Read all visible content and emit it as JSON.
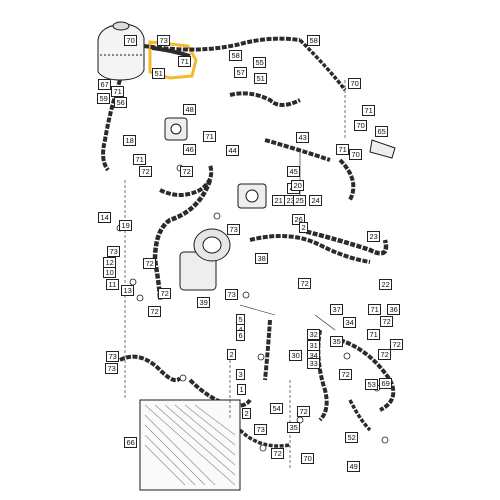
{
  "diagram": {
    "highlight_color": "#f5b82e",
    "line_color": "#1a1a1a",
    "hose_color": "#2b2b2b",
    "labels": [
      {
        "id": "70a",
        "text": "70"
      },
      {
        "id": "73a",
        "text": "73"
      },
      {
        "id": "71a",
        "text": "71"
      },
      {
        "id": "51a",
        "text": "51"
      },
      {
        "id": "58a",
        "text": "58"
      },
      {
        "id": "58b",
        "text": "58"
      },
      {
        "id": "57",
        "text": "57"
      },
      {
        "id": "55",
        "text": "55"
      },
      {
        "id": "51b",
        "text": "51"
      },
      {
        "id": "67",
        "text": "67"
      },
      {
        "id": "59",
        "text": "59"
      },
      {
        "id": "71b",
        "text": "71"
      },
      {
        "id": "56",
        "text": "56"
      },
      {
        "id": "48",
        "text": "48"
      },
      {
        "id": "70b",
        "text": "70"
      },
      {
        "id": "71c",
        "text": "71"
      },
      {
        "id": "70c",
        "text": "70"
      },
      {
        "id": "65",
        "text": "65"
      },
      {
        "id": "18",
        "text": "18"
      },
      {
        "id": "46",
        "text": "46"
      },
      {
        "id": "71d",
        "text": "71"
      },
      {
        "id": "44",
        "text": "44"
      },
      {
        "id": "43",
        "text": "43"
      },
      {
        "id": "71e",
        "text": "71"
      },
      {
        "id": "70d",
        "text": "70"
      },
      {
        "id": "72a",
        "text": "72"
      },
      {
        "id": "71f",
        "text": "71"
      },
      {
        "id": "72b",
        "text": "72"
      },
      {
        "id": "45",
        "text": "45"
      },
      {
        "id": "49a",
        "text": "49"
      },
      {
        "id": "20",
        "text": "20"
      },
      {
        "id": "21",
        "text": "21"
      },
      {
        "id": "23a",
        "text": "23"
      },
      {
        "id": "25",
        "text": "25"
      },
      {
        "id": "24",
        "text": "24"
      },
      {
        "id": "14",
        "text": "14"
      },
      {
        "id": "19",
        "text": "19"
      },
      {
        "id": "73b",
        "text": "73"
      },
      {
        "id": "26",
        "text": "26"
      },
      {
        "id": "2a",
        "text": "2"
      },
      {
        "id": "23b",
        "text": "23"
      },
      {
        "id": "73c",
        "text": "73"
      },
      {
        "id": "12",
        "text": "12"
      },
      {
        "id": "10",
        "text": "10"
      },
      {
        "id": "11",
        "text": "11"
      },
      {
        "id": "72c",
        "text": "72"
      },
      {
        "id": "38",
        "text": "38"
      },
      {
        "id": "13",
        "text": "13"
      },
      {
        "id": "72d",
        "text": "72"
      },
      {
        "id": "72e",
        "text": "72"
      },
      {
        "id": "22",
        "text": "22"
      },
      {
        "id": "72f",
        "text": "72"
      },
      {
        "id": "73d",
        "text": "73"
      },
      {
        "id": "39",
        "text": "39"
      },
      {
        "id": "37",
        "text": "37"
      },
      {
        "id": "71g",
        "text": "71"
      },
      {
        "id": "36",
        "text": "36"
      },
      {
        "id": "5",
        "text": "5"
      },
      {
        "id": "34a",
        "text": "34"
      },
      {
        "id": "72g",
        "text": "72"
      },
      {
        "id": "4",
        "text": "4"
      },
      {
        "id": "6",
        "text": "6"
      },
      {
        "id": "32",
        "text": "32"
      },
      {
        "id": "31",
        "text": "31"
      },
      {
        "id": "71h",
        "text": "71"
      },
      {
        "id": "72h",
        "text": "72"
      },
      {
        "id": "73e",
        "text": "73"
      },
      {
        "id": "2b",
        "text": "2"
      },
      {
        "id": "30",
        "text": "30"
      },
      {
        "id": "34b",
        "text": "34"
      },
      {
        "id": "35a",
        "text": "35"
      },
      {
        "id": "33",
        "text": "33"
      },
      {
        "id": "72i",
        "text": "72"
      },
      {
        "id": "73f",
        "text": "73"
      },
      {
        "id": "3",
        "text": "3"
      },
      {
        "id": "1",
        "text": "1"
      },
      {
        "id": "72j",
        "text": "72"
      },
      {
        "id": "53",
        "text": "53"
      },
      {
        "id": "69",
        "text": "69"
      },
      {
        "id": "54",
        "text": "54"
      },
      {
        "id": "72k",
        "text": "72"
      },
      {
        "id": "66",
        "text": "66"
      },
      {
        "id": "73g",
        "text": "73"
      },
      {
        "id": "35b",
        "text": "35"
      },
      {
        "id": "52",
        "text": "52"
      },
      {
        "id": "70e",
        "text": "70"
      },
      {
        "id": "49b",
        "text": "49"
      },
      {
        "id": "2c",
        "text": "2"
      },
      {
        "id": "72l",
        "text": "72"
      }
    ]
  }
}
